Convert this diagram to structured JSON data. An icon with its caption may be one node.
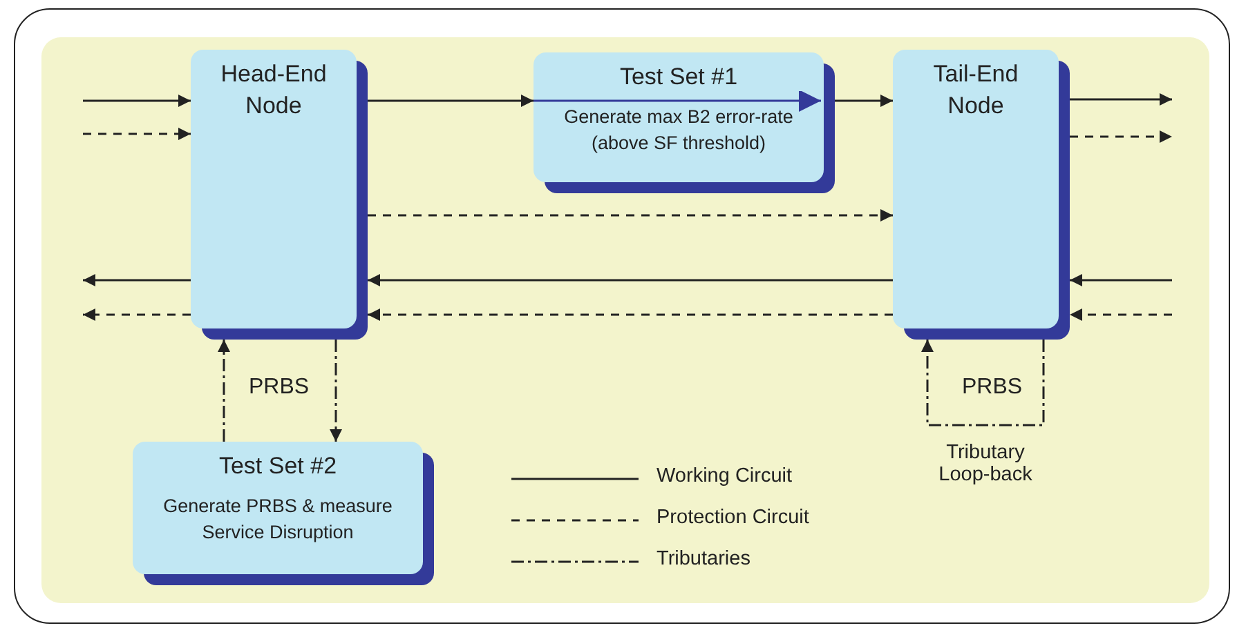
{
  "diagram": {
    "nodes": [
      {
        "text": [
          "Head-End Node"
        ]
      },
      {
        "text": [
          "Test Set #1",
          "Generate max B2 error-rate (above SF threshold)"
        ]
      },
      {
        "text": [
          "Tail-End Node"
        ]
      },
      {
        "text": [
          "Test Set #2",
          "Generate PRBS & measure Service Disruption"
        ]
      }
    ],
    "edges": [
      {
        "from": null,
        "to": 0,
        "arrow": "to"
      },
      {
        "from": null,
        "to": 0,
        "arrow": "to",
        "style": "dashed"
      },
      {
        "from": 0,
        "to": 1,
        "arrow": "to"
      },
      {
        "from": 1,
        "to": 2,
        "arrow": "to"
      },
      {
        "from": 2,
        "to": null,
        "arrow": "to"
      },
      {
        "from": 2,
        "to": null,
        "arrow": "to",
        "style": "dashed"
      },
      {
        "from": 0,
        "to": 2,
        "arrow": "to",
        "style": "dashed"
      },
      {
        "from": 2,
        "to": 0,
        "arrow": "to"
      },
      {
        "from": 2,
        "to": 0,
        "arrow": "to",
        "style": "dashed"
      },
      {
        "from": 0,
        "to": null,
        "arrow": "to"
      },
      {
        "from": 0,
        "to": null,
        "arrow": "to",
        "style": "dashed"
      },
      {
        "from": null,
        "to": 2,
        "arrow": "to"
      },
      {
        "from": null,
        "to": 2,
        "arrow": "to",
        "style": "dashed"
      },
      {
        "from": 3,
        "to": 0,
        "arrow": "to",
        "style": "dashed"
      },
      {
        "from": 0,
        "to": 3,
        "arrow": "to",
        "style": "dashed"
      },
      {
        "from": 2,
        "to": 2,
        "arrow": "to",
        "style": "dashed",
        "label": "PRBS"
      }
    ],
    "labels": [
      "PRBS",
      "Tributary Loop-back"
    ],
    "legend": [
      {
        "text": "Working Circuit"
      },
      {
        "text": "Protection Circuit"
      },
      {
        "text": "Tributaries"
      }
    ]
  }
}
